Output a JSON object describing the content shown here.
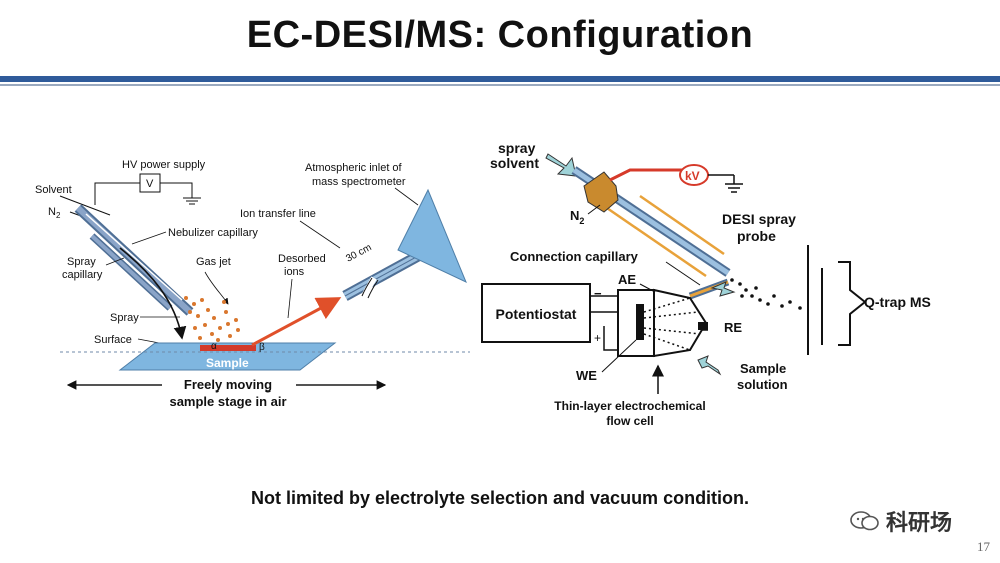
{
  "slide": {
    "title": "EC-DESI/MS: Configuration",
    "caption": "Not limited by electrolyte selection and vacuum condition.",
    "page_number": "17",
    "watermark": "科研场"
  },
  "left_diagram": {
    "hv_power_supply": "HV power supply",
    "voltmeter": "V",
    "solvent": "Solvent",
    "n2": "N",
    "n2_sub": "2",
    "nebulizer_capillary": "Nebulizer capillary",
    "spray_capillary_1": "Spray",
    "spray_capillary_2": "capillary",
    "gas_jet": "Gas jet",
    "spray": "Spray",
    "surface": "Surface",
    "alpha": "α",
    "beta": "β",
    "sample": "Sample",
    "stage_1": "Freely moving",
    "stage_2": "sample stage in air",
    "desorbed_1": "Desorbed",
    "desorbed_2": "ions",
    "ion_transfer_line": "Ion transfer line",
    "distance": "30 cm",
    "inlet_1": "Atmospheric inlet of",
    "inlet_2": "mass spectrometer"
  },
  "right_diagram": {
    "spray_1": "spray",
    "spray_2": "solvent",
    "kv": "kV",
    "n2": "N",
    "n2_sub": "2",
    "desi_1": "DESI spray",
    "desi_2": "probe",
    "connection_capillary": "Connection capillary",
    "ae": "AE",
    "potentiostat": "Potentiostat",
    "minus": "−",
    "plus": "+",
    "re": "RE",
    "we": "WE",
    "sample_1": "Sample",
    "sample_2": "solution",
    "cell_1": "Thin-layer electrochemical",
    "cell_2": "flow cell",
    "qtrap": "Q-trap MS"
  },
  "colors": {
    "accent_rule": "#2f5b9a",
    "capillary": "#8aa4c8",
    "surface": "#7fb6e0",
    "sample": "#d33a2a",
    "ion_arrow": "#e0502a",
    "spray_dots": "#d9772e",
    "probe_orange": "#e8a23a",
    "cable_red": "#d63a2a"
  }
}
